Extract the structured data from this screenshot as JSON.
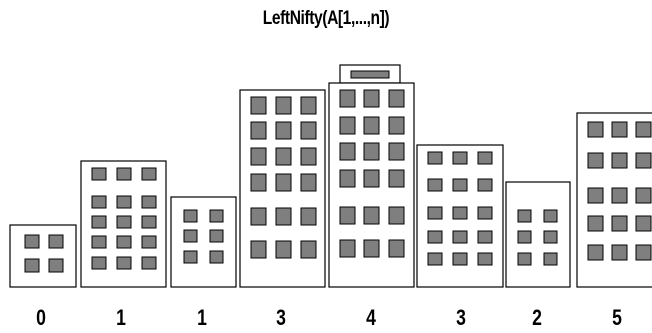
{
  "title": "LeftNifty(A[1,...,n])",
  "buildings": [
    {
      "id": 1,
      "count": "0"
    },
    {
      "id": 2,
      "count": "1"
    },
    {
      "id": 3,
      "count": "1"
    },
    {
      "id": 4,
      "count": "3"
    },
    {
      "id": 5,
      "count": "4",
      "has_roof_sign": true
    },
    {
      "id": 6,
      "count": "3"
    },
    {
      "id": 7,
      "count": "2"
    },
    {
      "id": 8,
      "count": "5"
    }
  ],
  "colors": {
    "outline": "#000000",
    "window_fill": "#7f7f7f",
    "sign_fill": "#7f7f7f",
    "background": "#ffffff"
  }
}
